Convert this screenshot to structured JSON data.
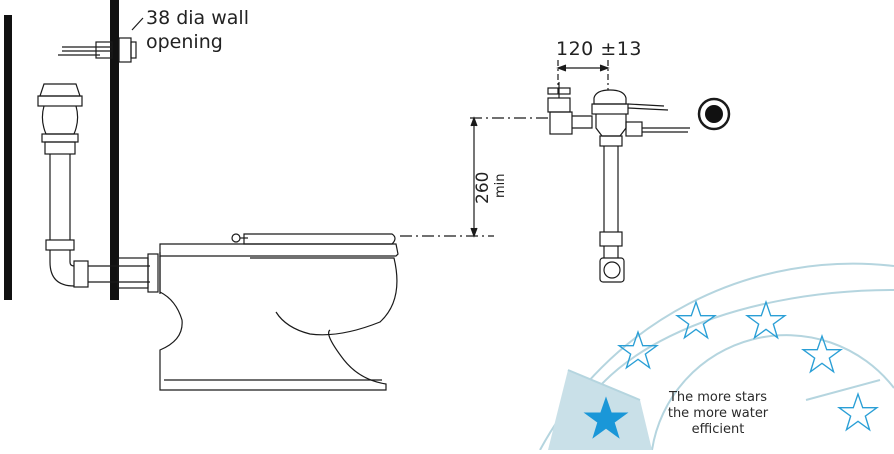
{
  "annotations": {
    "wall_opening_line1": "38 dia wall",
    "wall_opening_line2": "opening",
    "spacing_value": "120 ",
    "spacing_tolerance": "±13",
    "height_value": "260",
    "height_unit": "min"
  },
  "rating_badge": {
    "text": "The more stars the more water efficient",
    "total_stars": 6,
    "filled_stars": 1,
    "colors": {
      "ring": "#b5d5df",
      "star_outline": "#2a9fd6",
      "star_fill": "#1a97d8",
      "filled_segment": "#c9e0e8"
    }
  },
  "colors": {
    "line": "#1a1a1a",
    "wall": "#111111"
  }
}
